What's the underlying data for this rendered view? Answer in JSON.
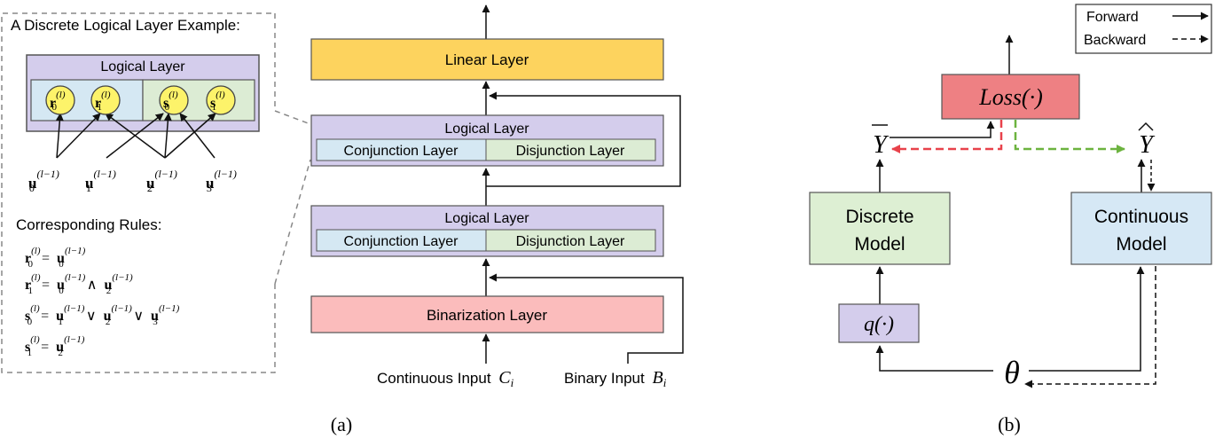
{
  "panel_a": {
    "inset": {
      "title": "A Discrete Logical Layer Example:",
      "logical_layer_label": "Logical Layer",
      "nodes": [
        {
          "base": "r",
          "sub": "0",
          "sup": "(l)"
        },
        {
          "base": "r",
          "sub": "1",
          "sup": "(l)"
        },
        {
          "base": "s",
          "sub": "0",
          "sup": "(l)"
        },
        {
          "base": "s",
          "sub": "1",
          "sup": "(l)"
        }
      ],
      "inputs": [
        {
          "base": "u",
          "sub": "0",
          "sup": "(l−1)"
        },
        {
          "base": "u",
          "sub": "1",
          "sup": "(l−1)"
        },
        {
          "base": "u",
          "sub": "2",
          "sup": "(l−1)"
        },
        {
          "base": "u",
          "sub": "3",
          "sup": "(l−1)"
        }
      ],
      "rules_title": "Corresponding Rules:",
      "rules": [
        {
          "lhs": "r",
          "lhs_sub": "0",
          "terms": [
            {
              "sub": "0"
            }
          ],
          "ops": []
        },
        {
          "lhs": "r",
          "lhs_sub": "1",
          "terms": [
            {
              "sub": "0"
            },
            {
              "sub": "2"
            }
          ],
          "ops": [
            "∧"
          ]
        },
        {
          "lhs": "s",
          "lhs_sub": "0",
          "terms": [
            {
              "sub": "1"
            },
            {
              "sub": "2"
            },
            {
              "sub": "3"
            }
          ],
          "ops": [
            "∨",
            "∨"
          ]
        },
        {
          "lhs": "s",
          "lhs_sub": "1",
          "terms": [
            {
              "sub": "2"
            }
          ],
          "ops": []
        }
      ]
    },
    "linear_layer": "Linear Layer",
    "logical_layer_1": "Logical Layer",
    "conjunction_1": "Conjunction Layer",
    "disjunction_1": "Disjunction Layer",
    "logical_layer_2": "Logical Layer",
    "conjunction_2": "Conjunction Layer",
    "disjunction_2": "Disjunction Layer",
    "binarization_layer": "Binarization Layer",
    "continuous_input_text": "Continuous Input",
    "continuous_input_var": "C",
    "continuous_input_sub": "i",
    "binary_input_text": "Binary Input",
    "binary_input_var": "B",
    "binary_input_sub": "i",
    "caption": "(a)"
  },
  "panel_b": {
    "legend": {
      "forward": "Forward",
      "backward": "Backward"
    },
    "loss": "Loss(·)",
    "y_bar": "Y",
    "y_hat": "Y",
    "discrete_model_line1": "Discrete",
    "discrete_model_line2": "Model",
    "continuous_model_line1": "Continuous",
    "continuous_model_line2": "Model",
    "q": "q(·)",
    "theta": "θ",
    "caption": "(b)"
  },
  "colors": {
    "linear": "#fdd35e",
    "logical": "#d4cdec",
    "conjunction": "#d5e8f3",
    "disjunction": "#dcecd4",
    "binarization": "#fbbcbc",
    "node": "#fdf36a",
    "loss": "#ee8083",
    "discrete_model": "#ddefd3",
    "continuous_model": "#d6e8f5",
    "q_box": "#d4cdec",
    "arrow_red": "#e8424b",
    "arrow_green": "#6cb33f"
  }
}
